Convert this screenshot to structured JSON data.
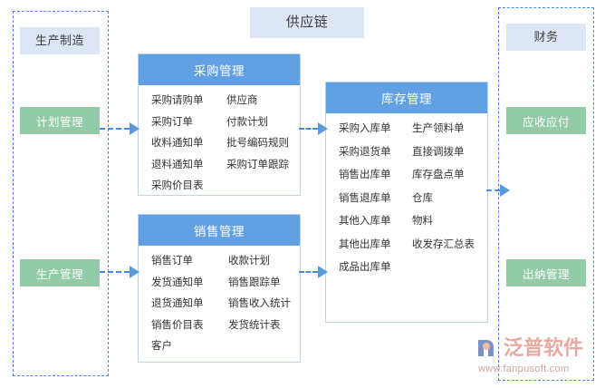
{
  "diagram": {
    "title": "供应链",
    "zones": {
      "left": {
        "label": "生产制造"
      },
      "right": {
        "label": "财务"
      }
    },
    "chips": {
      "plan": "计划管理",
      "produce": "生产管理",
      "ar_ap": "应收应付",
      "cashier": "出纳管理"
    },
    "panels": {
      "purchase": {
        "title": "采购管理",
        "items": [
          "采购请购单",
          "供应商",
          "采购订单",
          "付款计划",
          "收料通知单",
          "批号编码规则",
          "退料通知单",
          "采购订单跟踪",
          "采购价目表",
          ""
        ]
      },
      "sales": {
        "title": "销售管理",
        "items": [
          "销售订单",
          "收款计划",
          "发货通知单",
          "销售跟踪单",
          "退货通知单",
          "销售收入统计",
          "销售价目表",
          "发货统计表",
          "客户",
          ""
        ]
      },
      "stock": {
        "title": "库存管理",
        "items": [
          "采购入库单",
          "生产领料单",
          "采购退货单",
          "直接调拨单",
          "销售出库单",
          "库存盘点单",
          "销售退库单",
          "仓库",
          "其他入库单",
          "物料",
          "其他出库单",
          "收发存汇总表",
          "成品出库单",
          ""
        ]
      }
    },
    "watermark": {
      "brand": "泛普软件",
      "url": "www.fanpusoft.com"
    },
    "colors": {
      "header_blue": "#62a0e4",
      "pale_blue": "#dce6f5",
      "green": "#93cba8",
      "dash_blue": "#4a86e8",
      "panel_border": "#bcd4ef",
      "arrow_blue": "#5b9bd5"
    }
  }
}
